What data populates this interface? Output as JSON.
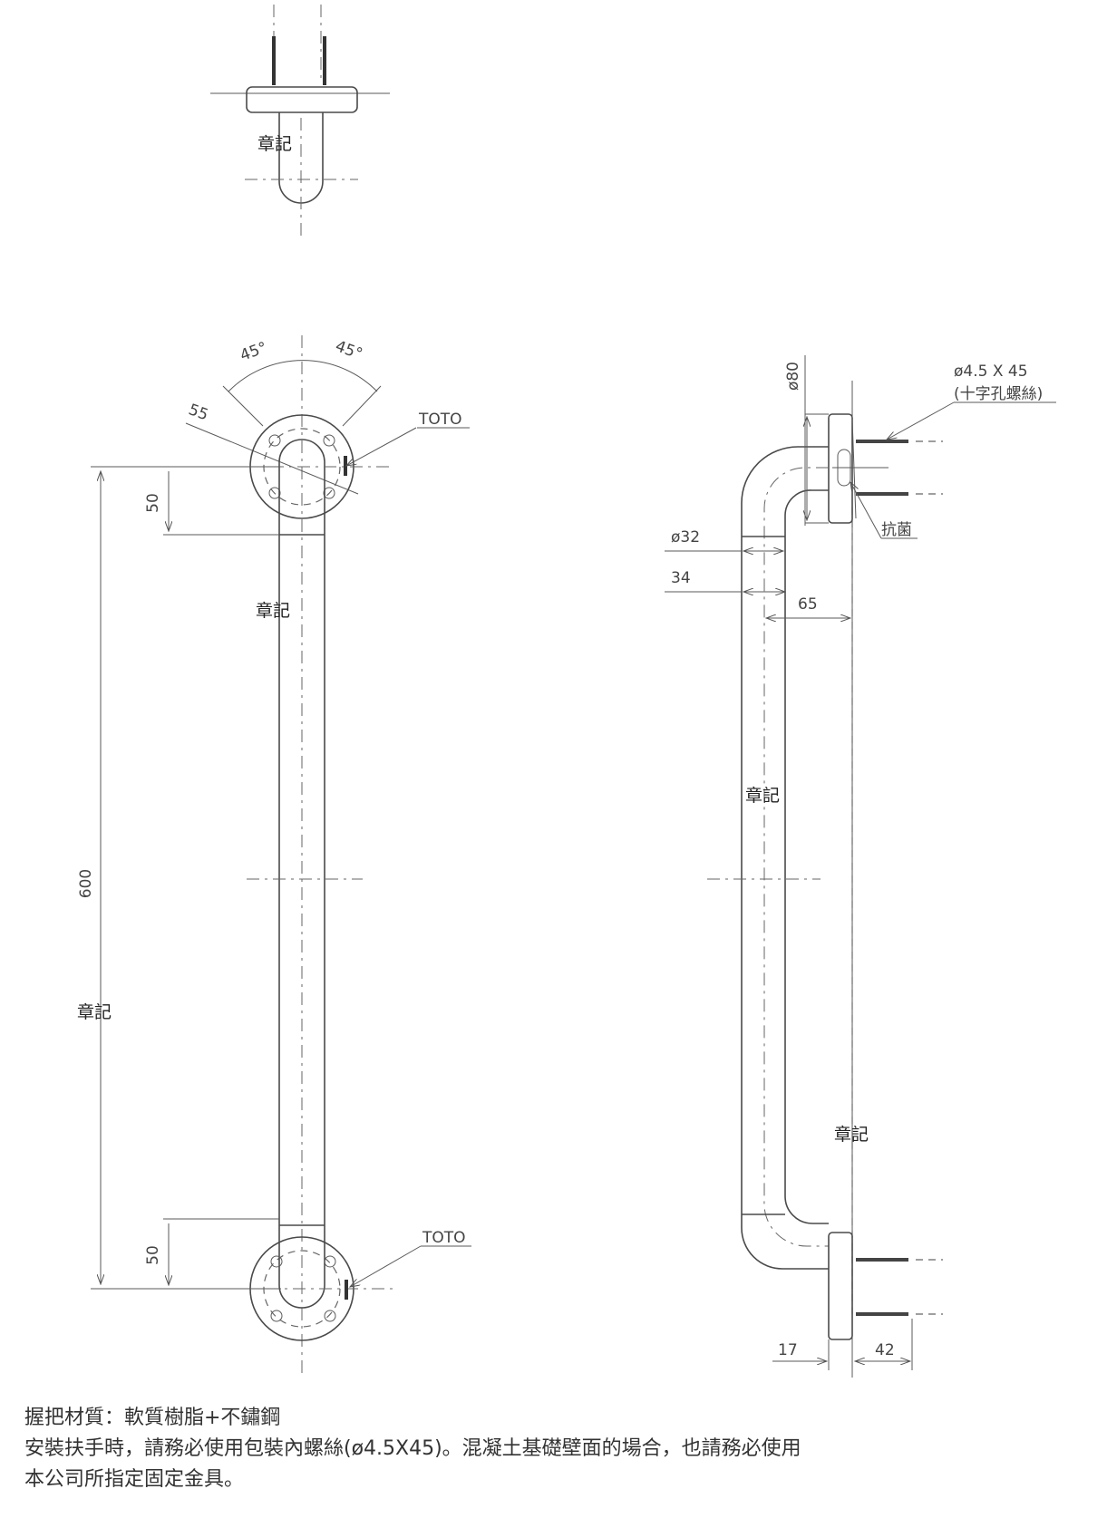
{
  "drawing": {
    "top_view": {
      "mark": "章記"
    },
    "front_view": {
      "angle_left": "45°",
      "angle_right": "45°",
      "radius": "55",
      "brand_top": "TOTO",
      "brand_bottom": "TOTO",
      "dim_total": "600",
      "dim_top": "50",
      "dim_bottom": "50",
      "mark_bar": "章記",
      "mark_left": "章記"
    },
    "side_view": {
      "flange_dia": "ø80",
      "screw_spec": "ø4.5 X 45",
      "screw_type": "(十字孔螺絲)",
      "antibacterial": "抗菌",
      "bar_dia": "ø32",
      "dim_34": "34",
      "dim_65": "65",
      "dim_17": "17",
      "dim_42": "42",
      "mark_bar": "章記",
      "mark_wall": "章記"
    }
  },
  "notes": {
    "line1": "握把材質：軟質樹脂+不鏽鋼",
    "line2": "安裝扶手時，請務必使用包裝內螺絲(ø4.5X45)。混凝土基礎壁面的場合，也請務必使用",
    "line3": "本公司所指定固定金具。"
  }
}
